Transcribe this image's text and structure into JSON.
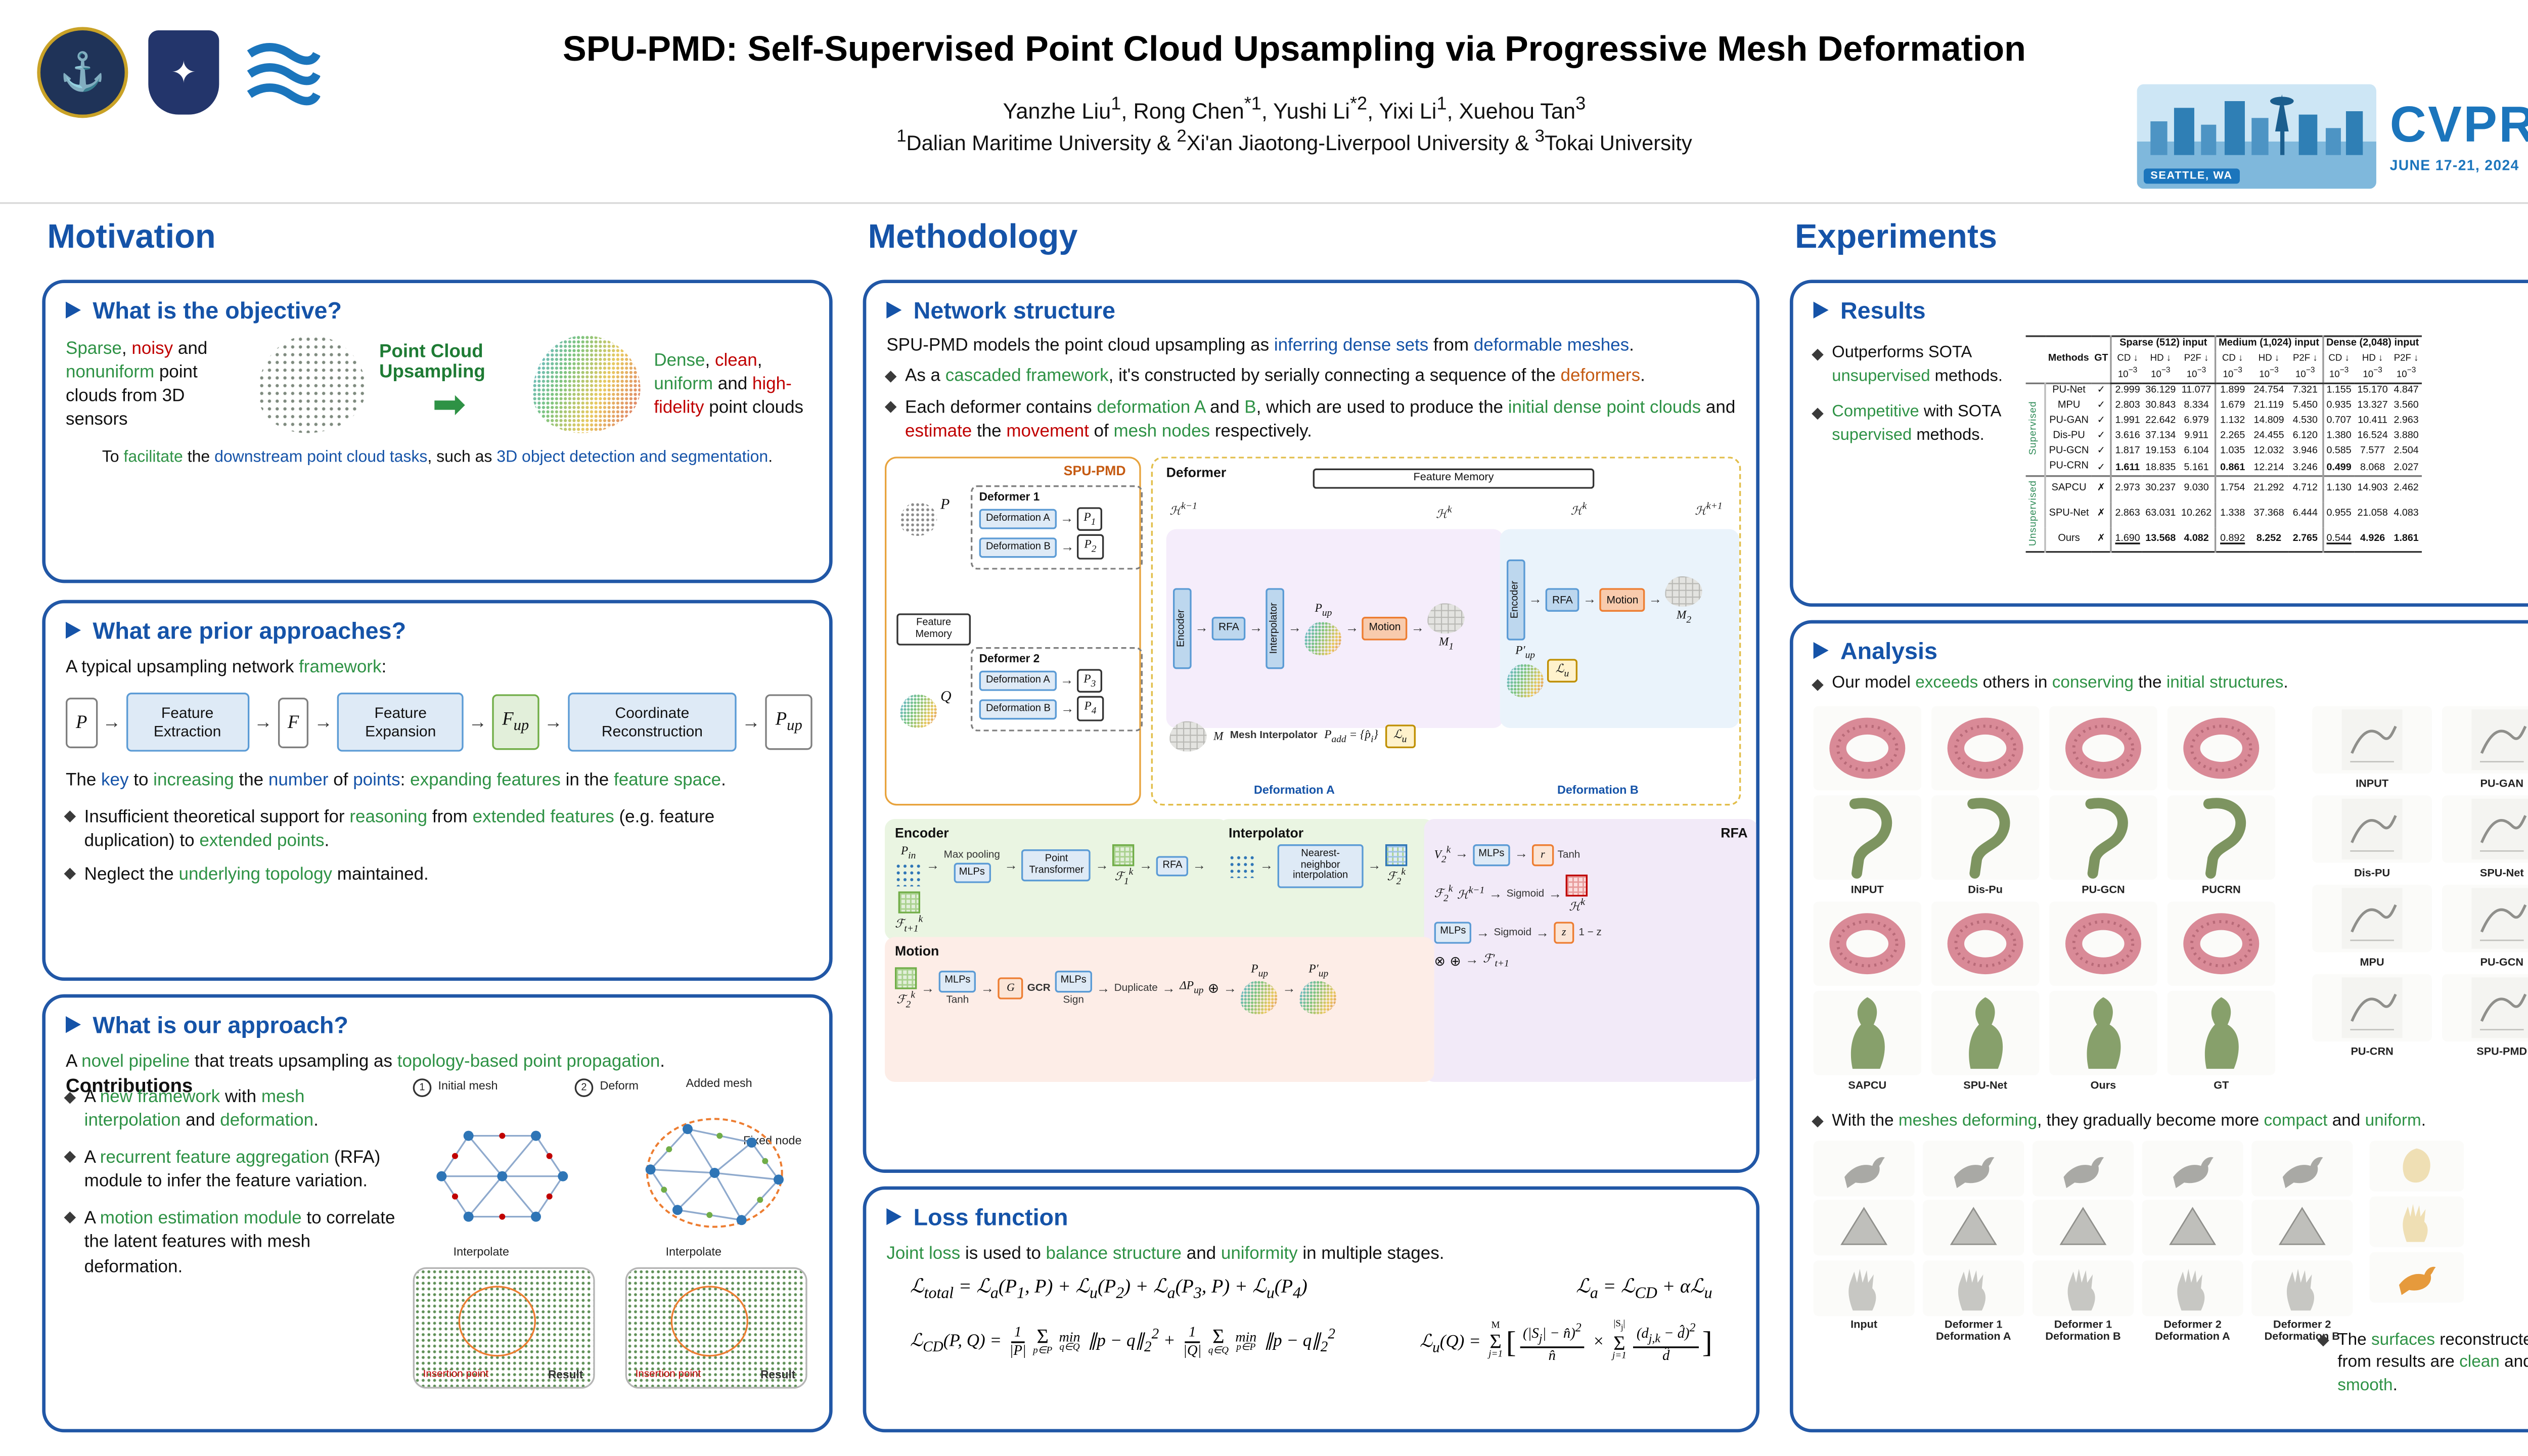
{
  "colors": {
    "accent_blue": "#1553A8",
    "keyword_green": "#2E9245",
    "keyword_red": "#C00000",
    "keyword_orange": "#C55A11",
    "cvpr_blue": "#1B75BC",
    "border_blue": "#2157A6"
  },
  "header": {
    "title": "SPU-PMD: Self-Supervised Point Cloud Upsampling via Progressive Mesh Deformation",
    "authors_html": "Yanzhe Liu<sup>1</sup>, Rong Chen<sup>*1</sup>, Yushi Li<sup>*2</sup>,  Yixi Li<sup>1</sup>,  Xuehou Tan<sup>3</sup>",
    "affiliations_html": "<sup>1</sup>Dalian Maritime University &amp;  <sup>2</sup>Xi'an Jiaotong-Liverpool University &amp;  <sup>3</sup>Tokai University",
    "cvpr": {
      "name": "CVPR",
      "location": "SEATTLE, WA",
      "dates": "JUNE 17-21, 2024"
    }
  },
  "sections": {
    "motivation": "Motivation",
    "methodology": "Methodology",
    "experiments": "Experiments"
  },
  "motivation": {
    "objective": {
      "title": "What is the objective?",
      "left_text": [
        {
          "t": "Sparse",
          "c": "#2E9245"
        },
        {
          "t": ", "
        },
        {
          "t": "noisy",
          "c": "#C00000"
        },
        {
          "t": " and "
        },
        {
          "t": "nonuniform",
          "c": "#2E9245"
        },
        {
          "t": " point clouds from 3D sensors"
        }
      ],
      "center_label": "Point Cloud Upsampling",
      "arrow_icon": "➡",
      "right_text": [
        {
          "t": "Dense",
          "c": "#2E9245"
        },
        {
          "t": ", "
        },
        {
          "t": "clean",
          "c": "#C00000"
        },
        {
          "t": ", "
        },
        {
          "t": "uniform",
          "c": "#2E9245"
        },
        {
          "t": " and "
        },
        {
          "t": "high-fidelity",
          "c": "#C00000"
        },
        {
          "t": " point clouds"
        }
      ],
      "footer": [
        {
          "t": "To "
        },
        {
          "t": "facilitate",
          "c": "#2E9245"
        },
        {
          "t": " the "
        },
        {
          "t": "downstream point cloud tasks",
          "c": "#1553A8"
        },
        {
          "t": ", such as "
        },
        {
          "t": "3D object detection and segmentation",
          "c": "#1553A8"
        },
        {
          "t": "."
        }
      ]
    },
    "prior": {
      "title": "What are prior approaches?",
      "intro": [
        {
          "t": "A typical upsampling network "
        },
        {
          "t": "framework",
          "c": "#2E9245"
        },
        {
          "t": ":"
        }
      ],
      "pipeline": {
        "p": "P",
        "fe": "Feature Extraction",
        "f": "F",
        "fx": "Feature Expansion",
        "fup": "F<sub>up</sub>",
        "cr": "Coordinate Reconstruction",
        "pup": "P<sub>up</sub>"
      },
      "key_line": [
        {
          "t": "The "
        },
        {
          "t": "key",
          "c": "#1553A8"
        },
        {
          "t": " to "
        },
        {
          "t": "increasing",
          "c": "#2E9245"
        },
        {
          "t": " the "
        },
        {
          "t": "number",
          "c": "#1553A8"
        },
        {
          "t": " of "
        },
        {
          "t": "points",
          "c": "#1553A8"
        },
        {
          "t": ": "
        },
        {
          "t": "expanding features",
          "c": "#2E9245"
        },
        {
          "t": " in the "
        },
        {
          "t": "feature space",
          "c": "#2E9245"
        },
        {
          "t": "."
        }
      ],
      "bullets": [
        [
          {
            "t": "Insufficient theoretical support for "
          },
          {
            "t": "reasoning",
            "c": "#2E9245"
          },
          {
            "t": " from "
          },
          {
            "t": "extended features",
            "c": "#2E9245"
          },
          {
            "t": " (e.g. feature duplication) to "
          },
          {
            "t": "extended points",
            "c": "#2E9245"
          },
          {
            "t": "."
          }
        ],
        [
          {
            "t": "Neglect the "
          },
          {
            "t": "underlying topology",
            "c": "#2E9245"
          },
          {
            "t": " maintained."
          }
        ]
      ]
    },
    "approach": {
      "title": "What is our approach?",
      "intro": [
        {
          "t": "A "
        },
        {
          "t": "novel pipeline",
          "c": "#2E9245"
        },
        {
          "t": " that treats upsampling as "
        },
        {
          "t": "topology-based point propagation",
          "c": "#2E9245"
        },
        {
          "t": "."
        }
      ],
      "contributions_heading": "Contributions",
      "contributions": [
        [
          {
            "t": "A "
          },
          {
            "t": "new framework",
            "c": "#2E9245"
          },
          {
            "t": " with "
          },
          {
            "t": "mesh interpolation",
            "c": "#2E9245"
          },
          {
            "t": " and "
          },
          {
            "t": "deformation",
            "c": "#2E9245"
          },
          {
            "t": "."
          }
        ],
        [
          {
            "t": "A "
          },
          {
            "t": "recurrent feature aggregation",
            "c": "#2E9245"
          },
          {
            "t": " (RFA) module to infer the feature variation."
          }
        ],
        [
          {
            "t": "A "
          },
          {
            "t": "motion estimation module",
            "c": "#2E9245"
          },
          {
            "t": " to correlate the latent features with mesh deformation."
          }
        ]
      ],
      "diagram": {
        "step1_num": "1",
        "step1": "Initial mesh",
        "step2_num": "2",
        "step2": "Deform",
        "added_mesh": "Added mesh",
        "fixed_node": "Fixed node",
        "interpolate": "Interpolate",
        "insertion_point": "Insertion point",
        "result": "Result"
      }
    }
  },
  "methodology": {
    "network": {
      "title": "Network structure",
      "p1": [
        {
          "t": "SPU-PMD models the point cloud upsampling as "
        },
        {
          "t": "inferring dense sets",
          "c": "#1553A8"
        },
        {
          "t": " from "
        },
        {
          "t": "deformable meshes",
          "c": "#1553A8"
        },
        {
          "t": "."
        }
      ],
      "bullets": [
        [
          {
            "t": "As a "
          },
          {
            "t": "cascaded framework",
            "c": "#2E9245"
          },
          {
            "t": ", it's constructed by serially connecting a sequence of the "
          },
          {
            "t": "deformers",
            "c": "#C55A11"
          },
          {
            "t": "."
          }
        ],
        [
          {
            "t": "Each deformer contains "
          },
          {
            "t": "deformation A",
            "c": "#2E9245"
          },
          {
            "t": " and "
          },
          {
            "t": "B",
            "c": "#2E9245"
          },
          {
            "t": ", which are used to produce the "
          },
          {
            "t": "initial dense point clouds",
            "c": "#2E9245"
          },
          {
            "t": " and "
          },
          {
            "t": "estimate",
            "c": "#C00000"
          },
          {
            "t": " the "
          },
          {
            "t": "movement",
            "c": "#C00000"
          },
          {
            "t": " of "
          },
          {
            "t": "mesh nodes",
            "c": "#2E9245"
          },
          {
            "t": " respectively."
          }
        ]
      ]
    },
    "figure": {
      "overview": {
        "title": "SPU-PMD",
        "p_label": "P",
        "q_label": "Q",
        "feature_memory": "Feature Memory",
        "deformer1": "Deformer 1",
        "deformer2": "Deformer 2",
        "def_a": "Deformation A",
        "def_b": "Deformation B",
        "outputs": [
          "P<sub>1</sub>",
          "P<sub>2</sub>",
          "P<sub>3</sub>",
          "P<sub>4</sub>"
        ]
      },
      "deformer": {
        "title": "Deformer",
        "feature_memory": "Feature Memory",
        "h_prev": "ℋ<sup>k−1</sup>",
        "h_k": "ℋ<sup>k</sup>",
        "h_next": "ℋ<sup>k+1</sup>",
        "encoder": "Encoder",
        "rfa": "RFA",
        "interpolator": "Interpolator",
        "motion": "Motion",
        "m": "M",
        "m1": "M<sub>1</sub>",
        "m2": "M<sub>2</sub>",
        "mesh_interpolator": "Mesh Interpolator",
        "p_up": "P<sub>up</sub>",
        "p_up2": "P′<sub>up</sub>",
        "p_add": "P<sub>add</sub> = {p̂<sub>i</sub>}",
        "loss_u": "ℒ<sub>u</sub>",
        "def_a": "Deformation A",
        "def_b": "Deformation B"
      },
      "encoder_panel": {
        "title": "Encoder",
        "p_in": "P<sub>in</sub>",
        "max_pooling": "Max pooling",
        "mlps": "MLPs",
        "point_transformer": "Point Transformer",
        "f1": "ℱ<sub>1</sub><sup>k</sup>",
        "rfa": "RFA",
        "f_next": "ℱ<sub>t+1</sub><sup>k</sup>",
        "h_prev": "ℋ<sup>k−1</sup>"
      },
      "interpolator_panel": {
        "title": "Interpolator",
        "nn": "Nearest-neighbor interpolation",
        "f2": "ℱ<sub>2</sub><sup>k</sup>"
      },
      "motion_panel": {
        "title": "Motion",
        "f2": "ℱ<sub>2</sub><sup>k</sup>",
        "mlps": "MLPs",
        "tanh": "Tanh",
        "g": "G",
        "sign": "Sign",
        "gcr": "GCR",
        "duplicate": "Duplicate",
        "dp": "ΔP<sub>up</sub>",
        "p_up": "P<sub>up</sub>",
        "p_up2": "P′<sub>up</sub>"
      },
      "rfa_panel": {
        "title": "RFA",
        "v2": "V<sub>2</sub><sup>k</sup>",
        "mlps": "MLPs",
        "r": "r",
        "tanh": "Tanh",
        "f2": "ℱ<sub>2</sub><sup>k</sup>",
        "h_prev": "ℋ<sup>k−1</sup>",
        "sigmoid": "Sigmoid",
        "h_k": "ℋ<sup>k</sup>",
        "z": "z",
        "one_minus_z": "1 − z",
        "out": "ℱ′<sub>t+1</sub>"
      }
    },
    "loss": {
      "title": "Loss function",
      "intro": [
        {
          "t": "Joint loss",
          "c": "#2E9245"
        },
        {
          "t": " is used to "
        },
        {
          "t": "balance structure",
          "c": "#2E9245"
        },
        {
          "t": " and "
        },
        {
          "t": "uniformity",
          "c": "#2E9245"
        },
        {
          "t": " in multiple stages."
        }
      ],
      "formulas": {
        "total": "ℒ<sub>total</sub> = ℒ<sub>a</sub>(P<sub>1</sub>, P) + ℒ<sub>u</sub>(P<sub>2</sub>) + ℒ<sub>a</sub>(P<sub>3</sub>, P) + ℒ<sub>u</sub>(P<sub>4</sub>)",
        "la": "ℒ<sub>a</sub> = ℒ<sub>CD</sub> + αℒ<sub>u</sub>",
        "lcd": "ℒ<sub>CD</sub>(P, Q) = <span class=\"frac\"><span>1</span><span>|P|</span></span><span class=\"sum\"><span class=\"s\">Σ</span><span class=\"u\">p∈P</span></span><span class=\"sum\"><span class=\"s m\">min</span><span class=\"u\">q∈Q</span></span> ∥p − q∥<sub>2</sub><sup>2</sup> + <span class=\"frac\"><span>1</span><span>|Q|</span></span><span class=\"sum\"><span class=\"s\">Σ</span><span class=\"u\">q∈Q</span></span><span class=\"sum\"><span class=\"s m\">min</span><span class=\"u\">p∈P</span></span> ∥p − q∥<sub>2</sub><sup>2</sup>",
        "lu": "ℒ<sub>u</sub>(Q) = <span class=\"sum\"><span class=\"o\">M</span><span class=\"s\">Σ</span><span class=\"u\">j=1</span></span><span class=\"bigb\">[</span><span class=\"frac\"><span>(|S<sub>j</sub>| − n̂)<sup>2</sup></span><span>n̂</span></span> × <span class=\"sum\"><span class=\"o\">|S<sub>j</sub>|</span><span class=\"s\">Σ</span><span class=\"u\">j=1</span></span><span class=\"frac\"><span>(d<sub>j,k</sub> − d̂)<sup>2</sup></span><span>d̂</span></span><span class=\"bigb\">]</span>"
      }
    }
  },
  "experiments": {
    "results": {
      "title": "Results",
      "bullets": [
        [
          {
            "t": "Outperforms  SOTA "
          },
          {
            "t": "unsupervised",
            "c": "#2E9245"
          },
          {
            "t": " methods."
          }
        ],
        [
          {
            "t": "Competitive",
            "c": "#2E9245"
          },
          {
            "t": " with SOTA "
          },
          {
            "t": "supervised",
            "c": "#2E9245"
          },
          {
            "t": " methods."
          }
        ]
      ],
      "table": {
        "methods_header": "Methods",
        "gt_header": "GT",
        "group_headers": [
          "Sparse (512) input",
          "Medium (1,024) input",
          "Dense (2,048) input"
        ],
        "metrics": [
          "CD",
          "HD",
          "P2F"
        ],
        "arrow": "↓",
        "scale_html": "10<sup>−3</sup>",
        "groups": [
          {
            "label": "Supervised",
            "rows": [
              {
                "method": "PU-Net",
                "gt": "✓",
                "vals": [
                  "2.999",
                  "36.129",
                  "11.077",
                  "1.899",
                  "24.754",
                  "7.321",
                  "1.155",
                  "15.170",
                  "4.847"
                ]
              },
              {
                "method": "MPU",
                "gt": "✓",
                "vals": [
                  "2.803",
                  "30.843",
                  "8.334",
                  "1.679",
                  "21.119",
                  "5.450",
                  "0.935",
                  "13.327",
                  "3.560"
                ]
              },
              {
                "method": "PU-GAN",
                "gt": "✓",
                "vals": [
                  "1.991",
                  "22.642",
                  "6.979",
                  "1.132",
                  "14.809",
                  "4.530",
                  "0.707",
                  "10.411",
                  "2.963"
                ]
              },
              {
                "method": "Dis-PU",
                "gt": "✓",
                "vals": [
                  "3.616",
                  "37.134",
                  "9.911",
                  "2.265",
                  "24.455",
                  "6.120",
                  "1.380",
                  "16.524",
                  "3.880"
                ]
              },
              {
                "method": "PU-GCN",
                "gt": "✓",
                "vals": [
                  "1.817",
                  "19.153",
                  "6.104",
                  "1.035",
                  "12.032",
                  "3.946",
                  "0.585",
                  "7.577",
                  "2.504"
                ]
              },
              {
                "method": "PU-CRN",
                "gt": "✓",
                "vals": [
                  "1.611|b",
                  "18.835",
                  "5.161",
                  "0.861|b",
                  "12.214",
                  "3.246",
                  "0.499|b",
                  "8.068",
                  "2.027"
                ]
              }
            ]
          },
          {
            "label": "Unsupervised",
            "rows": [
              {
                "method": "SAPCU",
                "gt": "✗",
                "vals": [
                  "2.973",
                  "30.237",
                  "9.030",
                  "1.754",
                  "21.292",
                  "4.712",
                  "1.130",
                  "14.903",
                  "2.462"
                ]
              },
              {
                "method": "SPU-Net",
                "gt": "✗",
                "vals": [
                  "2.863",
                  "63.031",
                  "10.262",
                  "1.338",
                  "37.368",
                  "6.444",
                  "0.955",
                  "21.058",
                  "4.083"
                ]
              },
              {
                "method": "Ours",
                "gt": "✗",
                "vals": [
                  "1.690|u",
                  "13.568|b",
                  "4.082|b",
                  "0.892|u",
                  "8.252|b",
                  "2.765|b",
                  "0.544|u",
                  "4.926|b",
                  "1.861|b"
                ]
              }
            ]
          }
        ]
      }
    },
    "analysis": {
      "title": "Analysis",
      "bullet1": [
        {
          "t": "Our model "
        },
        {
          "t": "exceeds",
          "c": "#2E9245"
        },
        {
          "t": " others in "
        },
        {
          "t": "conserving",
          "c": "#2E9245"
        },
        {
          "t": " the "
        },
        {
          "t": "initial structures",
          "c": "#2E9245"
        },
        {
          "t": "."
        }
      ],
      "grid_a": {
        "labels": [
          "INPUT",
          "Dis-Pu",
          "PU-GCN",
          "PUCRN"
        ],
        "rows": [
          "torus",
          "hook"
        ]
      },
      "grid_b": {
        "labels": [
          "SAPCU",
          "SPU-Net",
          "Ours",
          "GT"
        ],
        "rows": [
          "torus",
          "statue"
        ]
      },
      "grid_right": {
        "labels": [
          [
            "INPUT",
            "PU-GAN"
          ],
          [
            "Dis-PU",
            "SPU-Net"
          ],
          [
            "MPU",
            "PU-GCN"
          ],
          [
            "PU-CRN",
            "SPU-PMD"
          ]
        ]
      },
      "bullet2": [
        {
          "t": "With the "
        },
        {
          "t": "meshes deforming",
          "c": "#2E9245"
        },
        {
          "t": ", they gradually become more "
        },
        {
          "t": "compact",
          "c": "#2E9245"
        },
        {
          "t": " and "
        },
        {
          "t": "uniform",
          "c": "#2E9245"
        },
        {
          "t": "."
        }
      ],
      "mesh_grid": {
        "rows": [
          "bird",
          "triangle",
          "hand"
        ],
        "labels": [
          "Input",
          "Deformer 1\nDeformation A",
          "Deformer 1\nDeformation B",
          "Deformer 2\nDeformation A",
          "Deformer 2\nDeformation B"
        ]
      },
      "bullet3": [
        {
          "t": "The "
        },
        {
          "t": "surfaces",
          "c": "#2E9245"
        },
        {
          "t": " reconstructed from results are "
        },
        {
          "t": "clean",
          "c": "#2E9245"
        },
        {
          "t": " and "
        },
        {
          "t": "smooth",
          "c": "#2E9245"
        },
        {
          "t": "."
        }
      ]
    }
  }
}
